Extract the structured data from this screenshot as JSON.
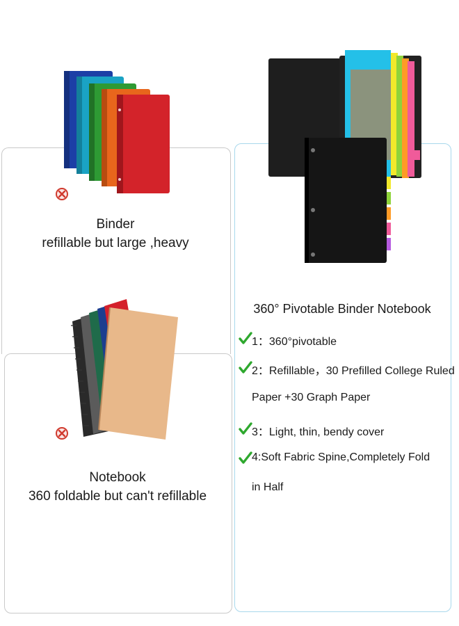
{
  "binder": {
    "title": "Binder",
    "subtitle": "refillable but large ,heavy",
    "binder_colors": [
      "#1c3fa6",
      "#1aa3c4",
      "#2e9a34",
      "#e8661c",
      "#d3232a"
    ]
  },
  "notebook": {
    "title": "Notebook",
    "subtitle": "360 foldable but can't refillable",
    "cover_colors": [
      "#2a2a2a",
      "#5b5b5b",
      "#1f6b4a",
      "#1c3e8f",
      "#d4202b"
    ],
    "front_color": "#e8b88a"
  },
  "pivot": {
    "title": "360° Pivotable Binder Notebook",
    "features": [
      {
        "lines": [
          "1：360°pivotable"
        ]
      },
      {
        "lines": [
          "2：Refillable，30 Prefilled College Ruled",
          "Paper +30  Graph  Paper"
        ]
      },
      {
        "lines": [
          "3：Light, thin, bendy cover"
        ]
      },
      {
        "lines": [
          "4:Soft Fabric Spine,Completely Fold",
          "in Half"
        ]
      }
    ],
    "tab_colors": [
      "#24c0e8",
      "#f2e92b",
      "#8fd33a",
      "#ff9b26",
      "#f05b9a",
      "#b65be0"
    ]
  },
  "colors": {
    "check": "#2ea82e",
    "xmark": "#d03a2e",
    "panel_border": "#c9c9c9",
    "accent_border": "#a8d8ec"
  }
}
